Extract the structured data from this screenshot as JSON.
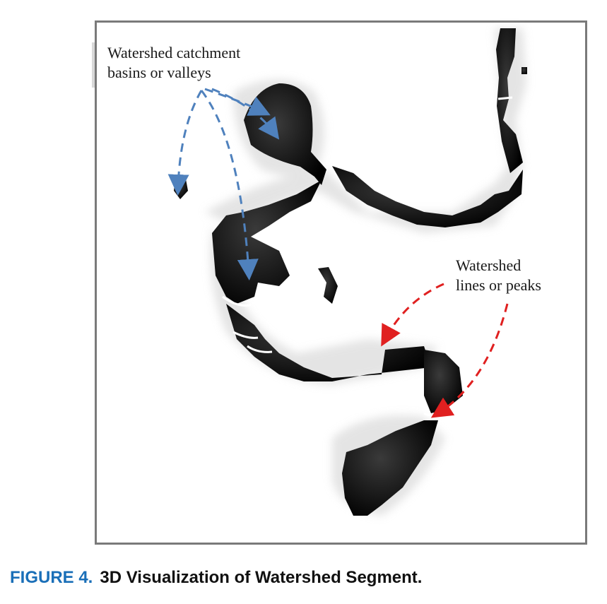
{
  "figure": {
    "labels": {
      "basins_line1": "Watershed catchment",
      "basins_line2": "basins or valleys",
      "lines_line1": "Watershed",
      "lines_line2": "lines or peaks"
    },
    "arrow_colors": {
      "basins": "#4f81bd",
      "lines": "#e02020"
    }
  },
  "caption": {
    "number": "FIGURE 4.",
    "title": "3D Visualization of Watershed Segment.",
    "number_color": "#1a6fb8"
  }
}
